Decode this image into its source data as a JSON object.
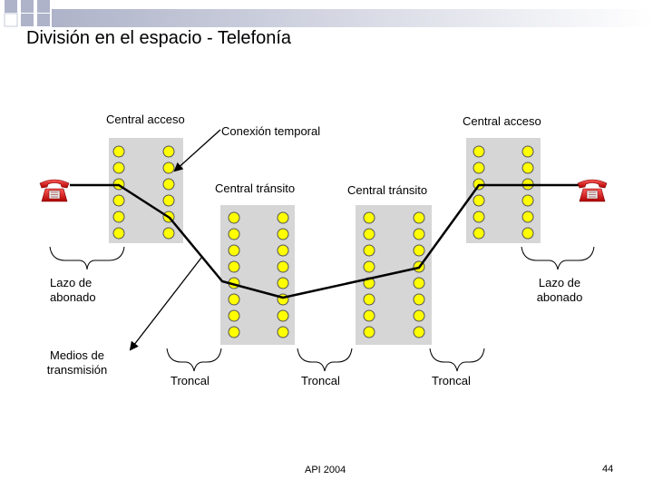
{
  "slide": {
    "title": "División en el espacio - Telefonía",
    "footer": "API 2004",
    "page_number": "44"
  },
  "labels": {
    "central_acceso_left": "Central acceso",
    "central_acceso_right": "Central acceso",
    "conexion_temporal": "Conexión temporal",
    "central_transito_left": "Central tránsito",
    "central_transito_right": "Central tránsito",
    "lazo_left_1": "Lazo de",
    "lazo_left_2": "abonado",
    "lazo_right_1": "Lazo de",
    "lazo_right_2": "abonado",
    "medios_1": "Medios de",
    "medios_2": "transmisión",
    "troncal_1": "Troncal",
    "troncal_2": "Troncal",
    "troncal_3": "Troncal"
  },
  "icons": {
    "phone_left": "telephone-icon",
    "phone_right": "telephone-icon"
  },
  "colors": {
    "title_bar": "#b7bbcf",
    "switch_panel": "#d6d6d6",
    "contact_fill": "#ffff00",
    "phone": "#cc0000"
  }
}
